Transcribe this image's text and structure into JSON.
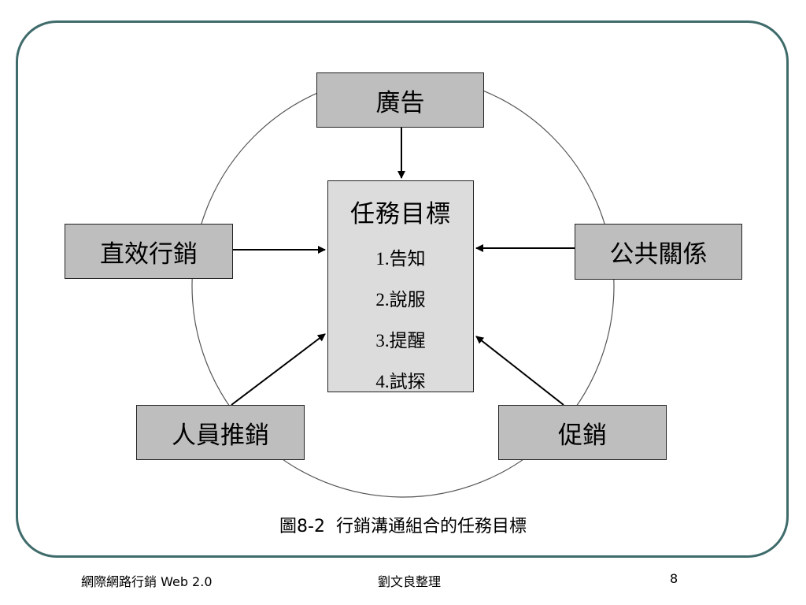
{
  "diagram": {
    "top": "廣告",
    "left": "直效行銷",
    "right": "公共關係",
    "bottom_left": "人員推銷",
    "bottom_right": "促銷",
    "center_title": "任務目標",
    "items": [
      {
        "num": "1.",
        "text": "告知"
      },
      {
        "num": "2.",
        "text": "說服"
      },
      {
        "num": "3.",
        "text": "提醒"
      },
      {
        "num": "4.",
        "text": "試探"
      }
    ]
  },
  "caption": "圖8-2  行銷溝通組合的任務目標",
  "footer": {
    "left": "網際網路行銷 Web 2.0",
    "center": "劉文良整理",
    "page": "8"
  }
}
